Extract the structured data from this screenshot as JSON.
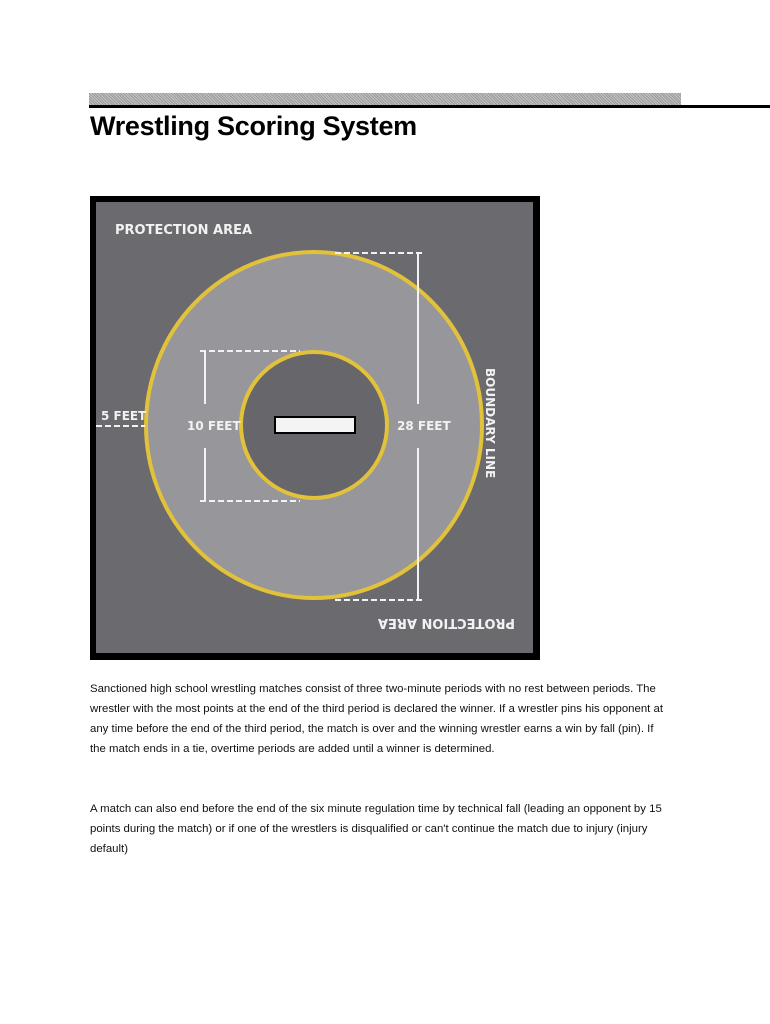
{
  "header": {
    "title": "Wrestling Scoring System"
  },
  "diagram": {
    "labels": {
      "protection_area_top": "PROTECTION AREA",
      "protection_area_bottom": "PROTECTION AREA",
      "boundary_line": "BOUNDARY LINE",
      "five_feet": "5 FEET",
      "ten_feet": "10 FEET",
      "twenty_eight_feet": "28 FEET"
    },
    "colors": {
      "frame": "#000000",
      "protection": "#6b6a6f",
      "mat": "#97979b",
      "circle": "#e2c23a",
      "center": "#67666b"
    }
  },
  "body": {
    "paragraphs": [
      "Sanctioned high school wrestling matches consist of three two-minute periods with no rest between periods. The wrestler with the most points at the end of the third period is declared the winner. If a wrestler pins his opponent at any time before the end of the third period, the match is over and the winning wrestler earns a win by fall (pin). If the match ends in a tie, overtime periods are added until a winner is determined.",
      "A match can also end before the end of the six minute regulation time by technical fall (leading an opponent by 15 points during the match) or if one of the wrestlers is disqualified or can't continue the match due to injury (injury default)"
    ]
  }
}
